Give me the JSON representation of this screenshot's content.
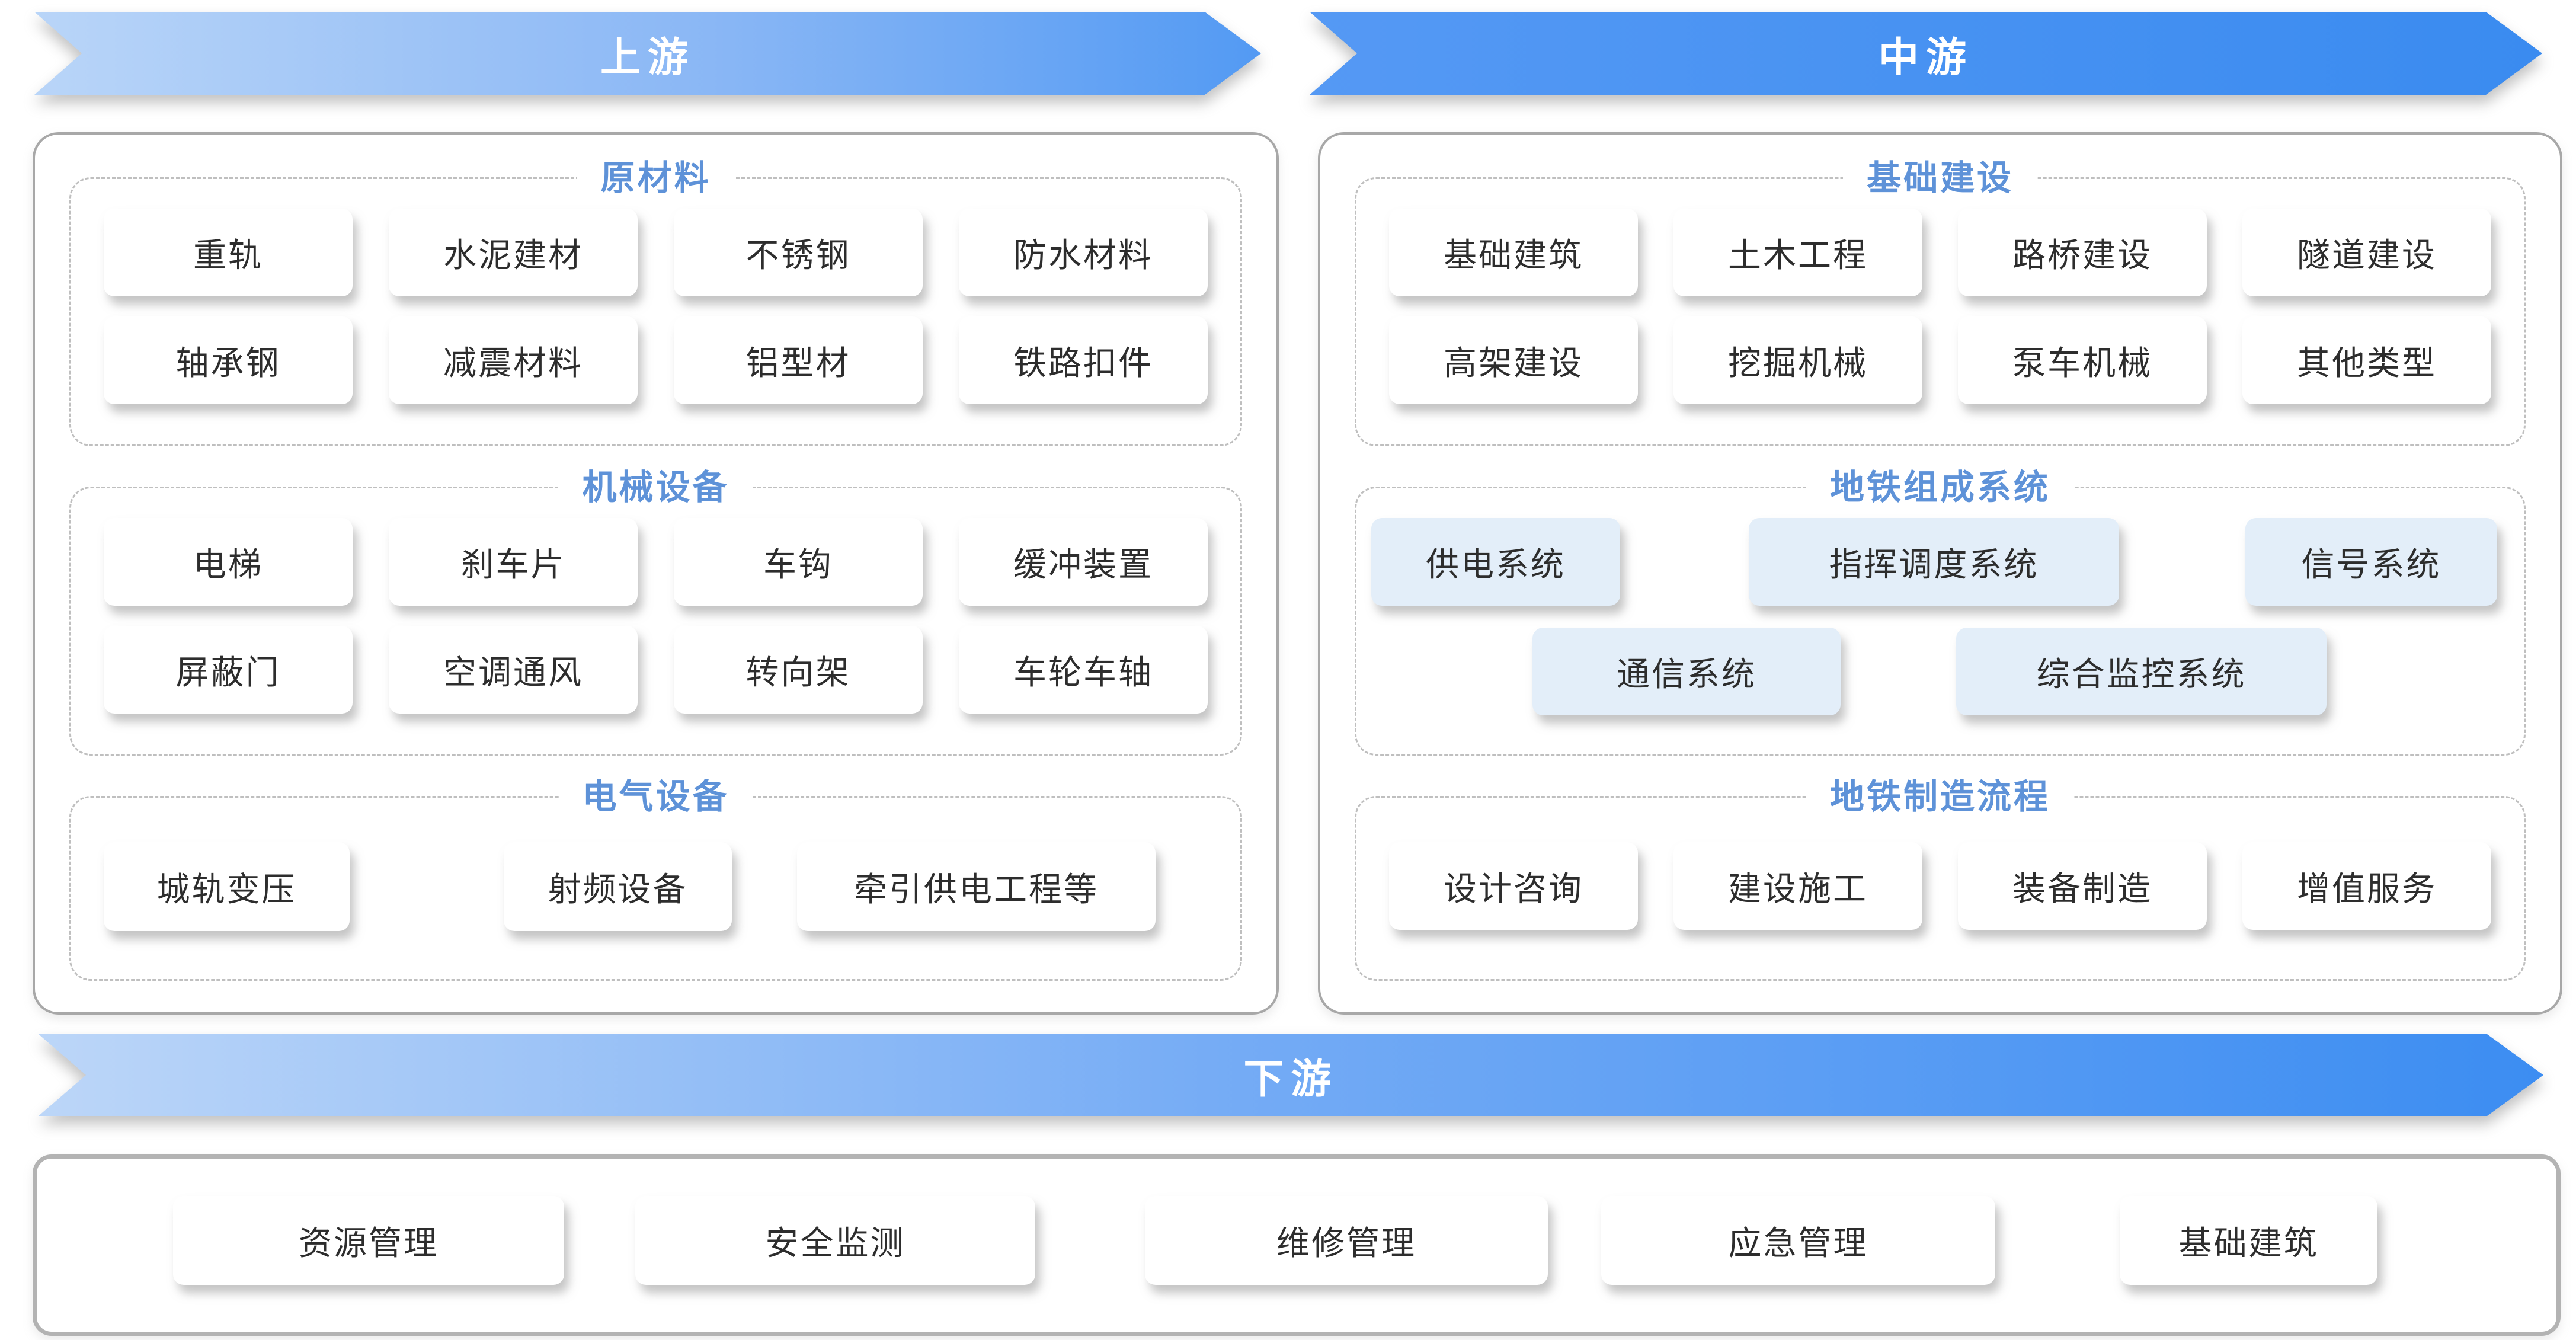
{
  "banners": {
    "upstream": "上游",
    "midstream": "中游",
    "downstream": "下游"
  },
  "upstream_panel": {
    "sections": [
      {
        "title": "原材料",
        "items": [
          "重轨",
          "水泥建材",
          "不锈钢",
          "防水材料",
          "轴承钢",
          "减震材料",
          "铝型材",
          "铁路扣件"
        ]
      },
      {
        "title": "机械设备",
        "items": [
          "电梯",
          "刹车片",
          "车钩",
          "缓冲装置",
          "屏蔽门",
          "空调通风",
          "转向架",
          "车轮车轴"
        ]
      },
      {
        "title": "电气设备",
        "items": [
          "城轨变压",
          "射频设备",
          "牵引供电工程等"
        ]
      }
    ]
  },
  "midstream_panel": {
    "sections": [
      {
        "title": "基础建设",
        "items": [
          "基础建筑",
          "土木工程",
          "路桥建设",
          "隧道建设",
          "高架建设",
          "挖掘机械",
          "泵车机械",
          "其他类型"
        ]
      },
      {
        "title": "地铁组成系统",
        "items": [
          "供电系统",
          "指挥调度系统",
          "信号系统",
          "通信系统",
          "综合监控系统"
        ]
      },
      {
        "title": "地铁制造流程",
        "items": [
          "设计咨询",
          "建设施工",
          "装备制造",
          "增值服务"
        ]
      }
    ]
  },
  "downstream_panel": {
    "items": [
      "资源管理",
      "安全监测",
      "维修管理",
      "应急管理",
      "基础建筑"
    ]
  },
  "colors": {
    "banner_blue_strong": "#3a8bf0",
    "banner_blue_light": "#b9d5f8",
    "section_title_blue": "#5e92d8",
    "highlight_card_bg": "#e3eef9",
    "card_bg": "#ffffff",
    "panel_border_grey": "#a8a8a8",
    "dashed_border_grey": "#bfbfbf",
    "card_text": "#2d2d2d",
    "banner_text": "#ffffff"
  }
}
